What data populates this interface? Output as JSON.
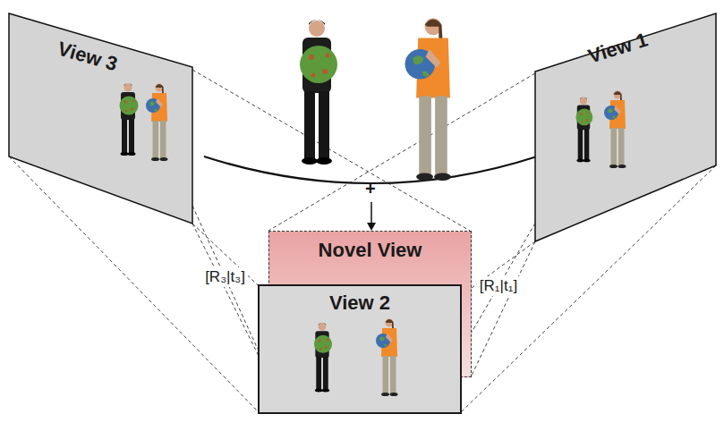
{
  "diagram": {
    "nodes": [
      {
        "text": [
          "View 3"
        ]
      },
      {
        "text": [
          "View 1"
        ]
      },
      {
        "text": [
          "Novel View"
        ]
      },
      {
        "text": [
          "View 2"
        ]
      }
    ],
    "edges": [
      {
        "from": 0,
        "to": 3,
        "arrow": "none",
        "label": "[R₃|t₃]"
      },
      {
        "from": 1,
        "to": 3,
        "arrow": "none",
        "label": "[R₁|t₁]"
      }
    ],
    "labels": [
      "+"
    ]
  }
}
